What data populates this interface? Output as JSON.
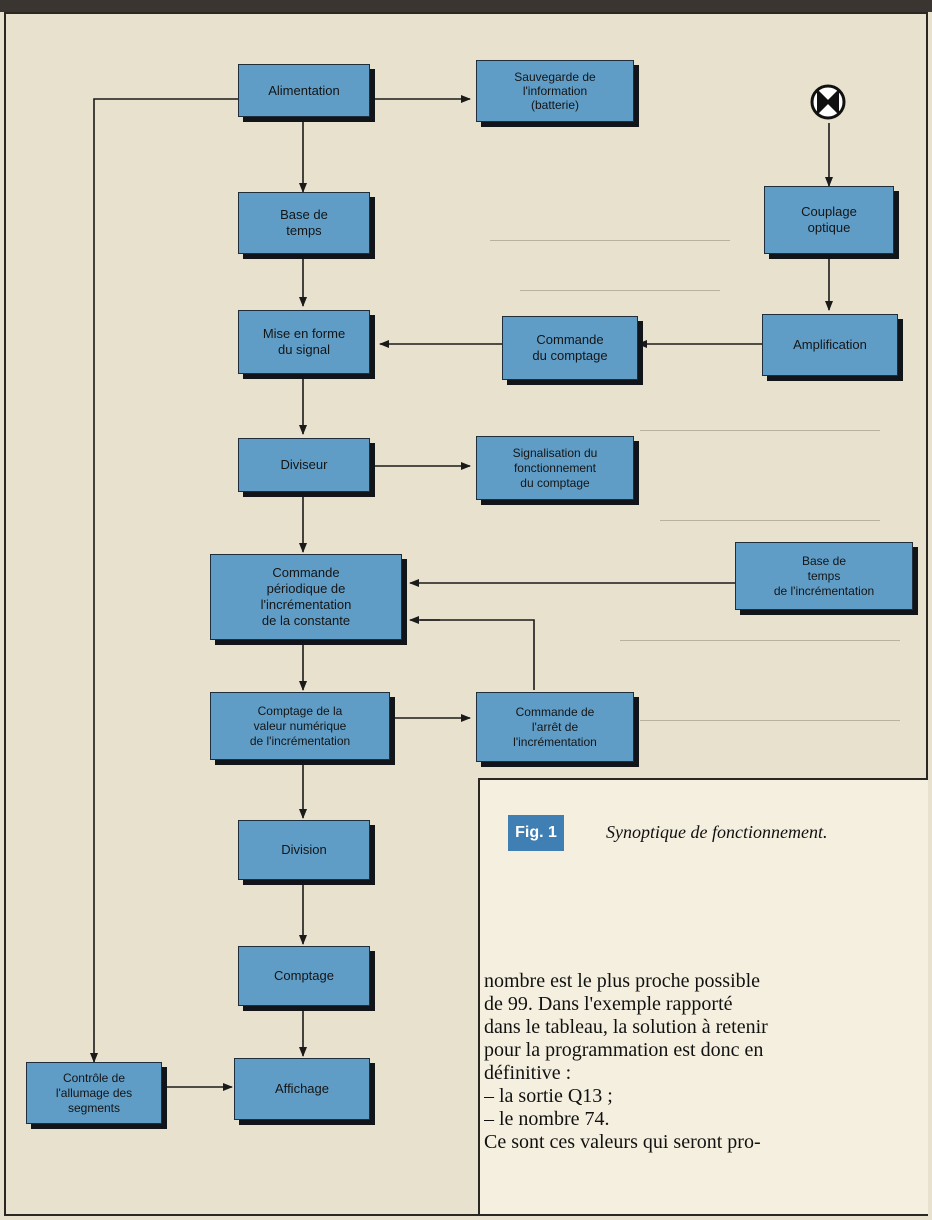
{
  "diagram": {
    "blocks": {
      "alimentation": "Alimentation",
      "sauvegarde": "Sauvegarde de\nl'information\n(batterie)",
      "base_temps": "Base de\ntemps",
      "couplage": "Couplage\noptique",
      "mise_en_forme": "Mise en forme\ndu signal",
      "commande_comptage": "Commande\ndu comptage",
      "amplification": "Amplification",
      "diviseur": "Diviseur",
      "signalisation": "Signalisation du\nfonctionnement\ndu comptage",
      "commande_periodique": "Commande\npériodique de\nl'incrémentation\nde la constante",
      "base_temps_incr": "Base de\ntemps\nde l'incrémentation",
      "comptage_valeur": "Comptage de la\nvaleur numérique\nde l'incrémentation",
      "commande_arret": "Commande de\nl'arrêt de\nl'incrémentation",
      "division": "Division",
      "comptage": "Comptage",
      "controle": "Contrôle de\nl'allumage des\nsegments",
      "affichage": "Affichage"
    }
  },
  "figure": {
    "badge": "Fig. 1",
    "caption": "Synoptique de fonctionnement."
  },
  "text": {
    "lines": [
      "nombre est le plus proche possible",
      "de 99. Dans l'exemple rapporté",
      "dans le tableau, la solution à retenir",
      "pour la programmation est donc en",
      "définitive :",
      "– la sortie Q13 ;",
      "– le nombre 74.",
      "Ce sont ces valeurs qui seront pro-"
    ]
  },
  "colors": {
    "block_fill": "#5f9dc7",
    "block_shadow": "#111418",
    "badge": "#3f7fb4",
    "paper": "#e8e1cd",
    "line": "#1a1a1a"
  }
}
